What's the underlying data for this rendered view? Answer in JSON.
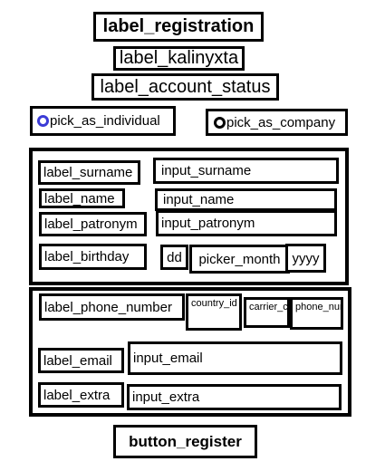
{
  "labels": {
    "registration": "label_registration",
    "kalinyxta": "label_kalinyxta",
    "account_status": "label_account_status",
    "surname": "label_surname",
    "name": "label_name",
    "patronym": "label_patronym",
    "birthday": "label_birthday",
    "phone_number": "label_phone_number",
    "email": "label_email",
    "extra": "label_extra"
  },
  "radios": {
    "individual": {
      "label": "pick_as_individual",
      "selected": true,
      "color": "#3b3bd6"
    },
    "company": {
      "label": "pick_as_company",
      "selected": false,
      "color": "#000000"
    }
  },
  "inputs": {
    "surname": "input_surname",
    "name": "input_name",
    "patronym": "input_patronym",
    "email": "input_email",
    "extra": "input_extra"
  },
  "birthday": {
    "day": "dd",
    "month": "picker_month",
    "year": "yyyy"
  },
  "phone": {
    "country_id": "country_id",
    "carrier_code": "carrier_code",
    "phone_number": "phone_number"
  },
  "button_register": "button_register"
}
